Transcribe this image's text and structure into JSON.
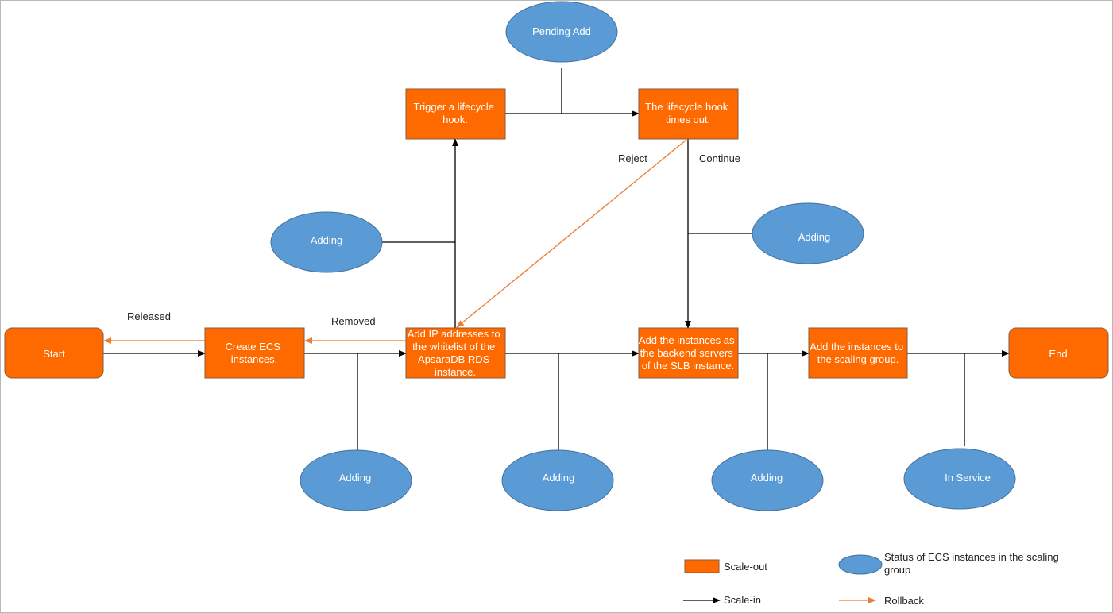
{
  "colors": {
    "process_fill": "#ff6a00",
    "process_stroke": "#8a5a3a",
    "status_fill": "#5b9bd5",
    "status_stroke": "#41719c",
    "scale_in_line": "#000000",
    "rollback_line": "#ed7d31"
  },
  "nodes": {
    "start": "Start",
    "create_ecs": [
      "Create ECS",
      "instances."
    ],
    "add_ip": [
      "Add IP addresses to",
      "the whitelist of the",
      "ApsaraDB RDS",
      "instance."
    ],
    "add_slb": [
      "Add the instances as",
      "the backend servers",
      "of the SLB instance."
    ],
    "add_scaling": [
      "Add the instances to",
      "the scaling group."
    ],
    "end": "End",
    "trigger_hook": [
      "Trigger a lifecycle",
      "hook."
    ],
    "hook_timeout": [
      "The lifecycle hook",
      "times out."
    ]
  },
  "statuses": {
    "pending_add": "Pending Add",
    "adding_upper_left": "Adding",
    "adding_upper_right": "Adding",
    "adding_bottom_1": "Adding",
    "adding_bottom_2": "Adding",
    "adding_bottom_3": "Adding",
    "in_service": "In Service"
  },
  "edge_labels": {
    "released": "Released",
    "removed": "Removed",
    "reject": "Reject",
    "continue": "Continue"
  },
  "legend": {
    "scale_out": "Scale-out",
    "status": [
      "Status of ECS instances in the scaling",
      "group"
    ],
    "scale_in": "Scale-in",
    "rollback": "Rollback"
  }
}
